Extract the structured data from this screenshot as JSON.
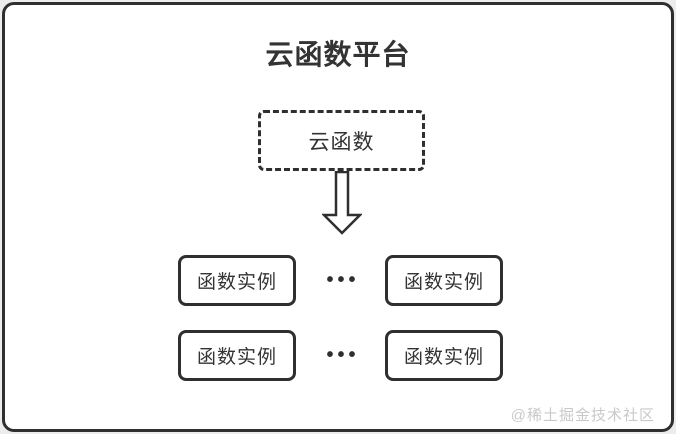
{
  "diagram": {
    "title": "云函数平台",
    "cloud_function": {
      "label": "云函数"
    },
    "ellipsis": "•••",
    "rows": [
      {
        "instances": [
          "函数实例",
          "函数实例"
        ]
      },
      {
        "instances": [
          "函数实例",
          "函数实例"
        ]
      }
    ],
    "watermark": "@稀土掘金技术社区",
    "colors": {
      "border": "#2f2f2f",
      "text": "#333333",
      "watermark": "#c9c9c9",
      "card_background": "#ffffff",
      "outer_background": "#ececec"
    }
  }
}
